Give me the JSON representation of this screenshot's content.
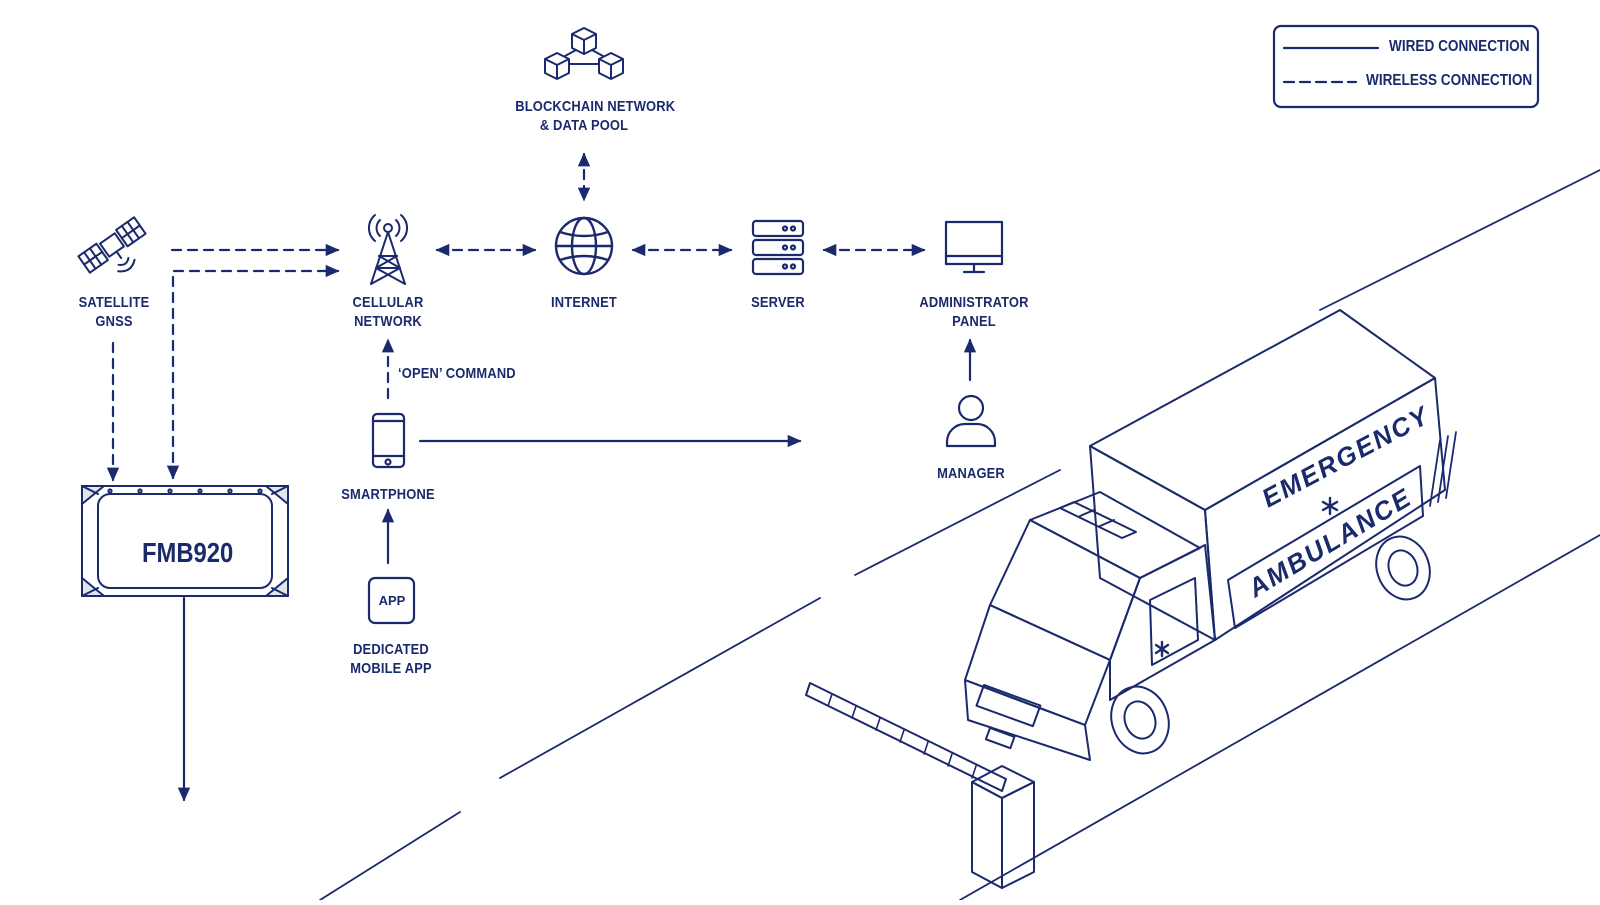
{
  "colors": {
    "ink": "#1a2a6c",
    "background": "#ffffff"
  },
  "legend": {
    "wired": "WIRED CONNECTION",
    "wireless": "WIRELESS CONNECTION"
  },
  "nodes": {
    "blockchain": {
      "line1": "BLOCKCHAIN NETWORK",
      "line2": "& DATA POOL",
      "icon": "blockchain-cubes-icon"
    },
    "satellite": {
      "line1": "SATELLITE",
      "line2": "GNSS",
      "icon": "satellite-icon"
    },
    "cellular": {
      "line1": "CELLULAR",
      "line2": "NETWORK",
      "icon": "cell-tower-icon"
    },
    "internet": {
      "line1": "INTERNET",
      "icon": "globe-icon"
    },
    "server": {
      "line1": "SERVER",
      "icon": "server-rack-icon"
    },
    "admin": {
      "line1": "ADMINISTRATOR",
      "line2": "PANEL",
      "icon": "monitor-icon"
    },
    "manager": {
      "line1": "MANAGER",
      "icon": "person-icon"
    },
    "smartphone": {
      "line1": "SMARTPHONE",
      "icon": "smartphone-icon"
    },
    "app": {
      "line1": "DEDICATED",
      "line2": "MOBILE APP",
      "icon_text": "APP",
      "icon": "app-icon"
    },
    "device": {
      "label": "FMB920"
    }
  },
  "annotations": {
    "open_command": "‘OPEN’ COMMAND"
  },
  "vehicle": {
    "side_text_top": "EMERGENCY",
    "side_text_bottom": "AMBULANCE"
  }
}
